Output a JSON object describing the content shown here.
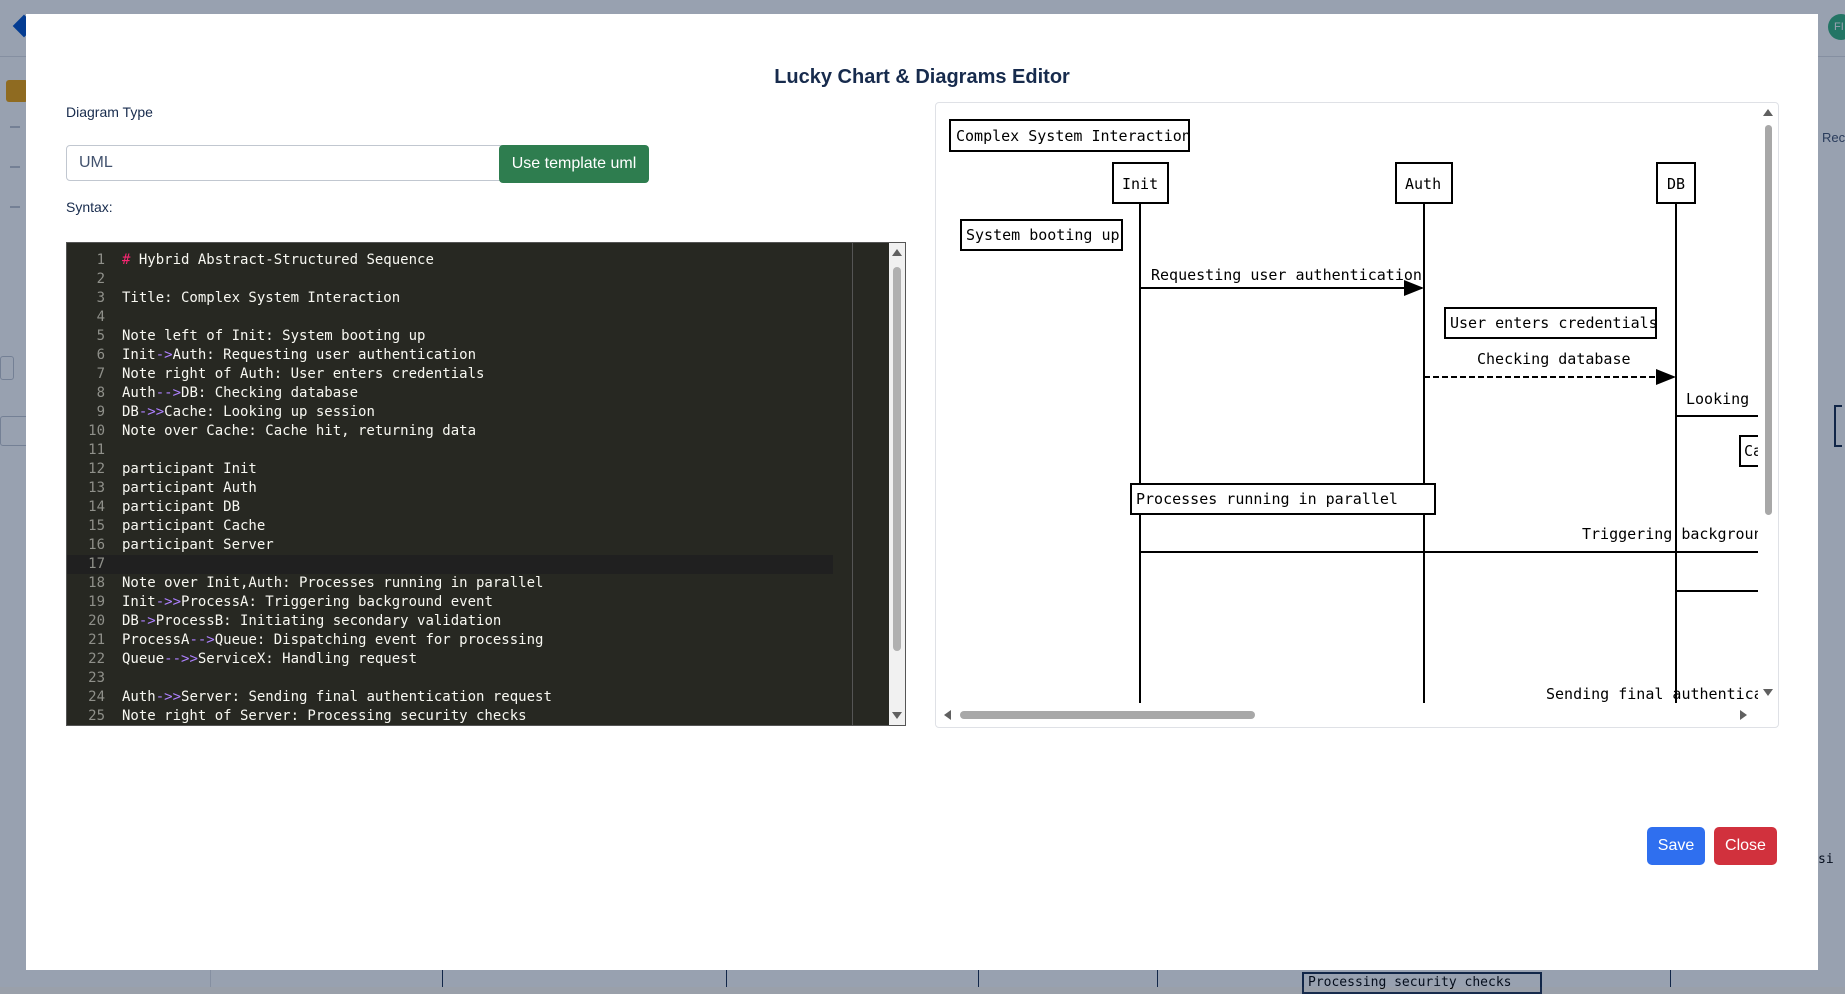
{
  "modal": {
    "title": "Lucky Chart & Diagrams Editor",
    "diagram_type_label": "Diagram Type",
    "diagram_type_value": "UML",
    "template_button": "Use template uml",
    "syntax_label": "Syntax:",
    "save_label": "Save",
    "close_label": "Close"
  },
  "editor": {
    "lines": [
      "# Hybrid Abstract-Structured Sequence",
      "",
      "Title: Complex System Interaction",
      "",
      "Note left of Init: System booting up",
      "Init->Auth: Requesting user authentication",
      "Note right of Auth: User enters credentials",
      "Auth-->DB: Checking database",
      "DB->>Cache: Looking up session",
      "Note over Cache: Cache hit, returning data",
      "",
      "participant Init",
      "participant Auth",
      "participant DB",
      "participant Cache",
      "participant Server",
      "",
      "Note over Init,Auth: Processes running in parallel",
      "Init->>ProcessA: Triggering background event",
      "DB->ProcessB: Initiating secondary validation",
      "ProcessA-->Queue: Dispatching event for processing",
      "Queue-->>ServiceX: Handling request",
      "",
      "Auth->>Server: Sending final authentication request",
      "Note right of Server: Processing security checks"
    ],
    "active_line": 17
  },
  "preview": {
    "title": "Complex System Interaction",
    "participants": [
      "Init",
      "Auth",
      "DB"
    ],
    "notes": {
      "system_booting": "System booting up",
      "user_credentials": "User enters credentials",
      "parallel": "Processes running in parallel",
      "cache_partial": "Ca"
    },
    "messages": {
      "requesting_auth": "Requesting user authentication",
      "checking_db": "Checking database",
      "looking_up": "Looking u",
      "triggering": "Triggering background",
      "sending_final": "Sending final authenticat"
    }
  },
  "background": {
    "avatar_text": "FI",
    "bottom_note": "Processing security checks",
    "side_fragment": "si",
    "right_fragment": "Rec"
  }
}
